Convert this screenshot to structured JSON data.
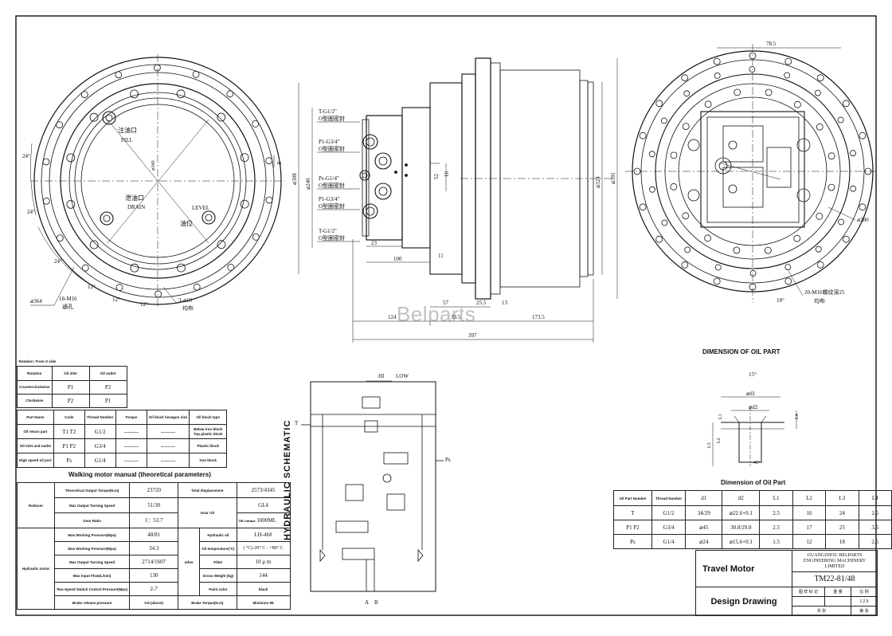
{
  "watermark": "Belparts",
  "front_view": {
    "labels": {
      "fill_cn": "注油口",
      "fill": "FILL",
      "drain_cn": "泄油口",
      "drain": "DRAIN",
      "level": "LEVEL",
      "level_cn": "油位",
      "holes": "18-M16",
      "holes_cn": "通孔",
      "pins": "3-⌀18",
      "pins_cn": "均布",
      "dia": "⌀364",
      "angle24a": "24°",
      "angle24b": "24°",
      "angle24c": "24°",
      "angle12a": "12°",
      "angle12b": "12°",
      "angle12c": "12°",
      "e": "E",
      "center_dia": "⌀340"
    }
  },
  "side_view": {
    "ports": [
      {
        "line1": "T-G1/2\"",
        "line2": "O型圈密封"
      },
      {
        "line1": "P1-G3/4\"",
        "line2": "O型圈密封"
      },
      {
        "line1": "Ps-G1/4\"",
        "line2": "O型圈密封"
      },
      {
        "line1": "P1-G3/4\"",
        "line2": "O型圈密封"
      },
      {
        "line1": "T-G1/2\"",
        "line2": "O型圈密封"
      }
    ],
    "dims": {
      "d308": "⌀308",
      "d246": "⌀246",
      "d324": "⌀324",
      "d391": "⌀391",
      "d52": "52",
      "d16": "16",
      "d23": "23",
      "d100": "100",
      "d11": "11",
      "d57": "57",
      "d25_5": "25.5",
      "d13": "13",
      "d124": "124",
      "d39_5": "39.5",
      "d173_5": "173.5",
      "d397": "397"
    }
  },
  "rear_view": {
    "labels": {
      "d78_5": "78.5",
      "d280": "⌀280",
      "holes": "20-M16螺纹深25",
      "holes_cn": "均布",
      "angle18": "18°"
    }
  },
  "oil_part": {
    "title": "DIMENSION OF OIL PART",
    "labels": {
      "angle": "15°",
      "d1": "⌀d1",
      "d2": "⌀d2",
      "l1": "L1",
      "l2": "L2",
      "l3": "L3",
      "l4": "L4",
      "angle2": "45°"
    }
  },
  "oil_table": {
    "title": "Dimension of Oil Part",
    "headers": [
      "Oil Part Number",
      "Thread Number",
      "d1",
      "d2",
      "L1",
      "L2",
      "L3",
      "L4"
    ],
    "rows": [
      [
        "T",
        "G1/2",
        "34/29",
        "⌀22.6+0.1",
        "2.5",
        "16",
        "24",
        "2.5"
      ],
      [
        "P1  P2",
        "G3/4",
        "⌀45",
        "30.8/29.8",
        "2.5",
        "17",
        "25",
        "3.5"
      ],
      [
        "Ps",
        "G1/4",
        "⌀24",
        "⌀15.6+0.1",
        "1.5",
        "12",
        "18",
        "2.5"
      ]
    ]
  },
  "rotation_table": {
    "title": "Rotation: From S side",
    "headers": [
      "Rotation",
      "Oil inlet",
      "Oil outlet"
    ],
    "rows": [
      [
        "Counterclockwise",
        "P1",
        "P2"
      ],
      [
        "Clockwise",
        "P2",
        "P1"
      ]
    ],
    "part_headers": [
      "Part Name",
      "Code",
      "Thread Number",
      "Torque",
      "Oil block hexagon size",
      "Oil block type"
    ],
    "part_rows": [
      [
        "Oil return part",
        "T1  T2",
        "G1/2",
        "--------",
        "--------",
        "Below iron block Top plastic block"
      ],
      [
        "Oil inlet and outlet",
        "P1  P2",
        "G3/4",
        "--------",
        "--------",
        "Plastic block"
      ],
      [
        "High speed oil port",
        "Ps",
        "G1/4",
        "--------",
        "--------",
        "Iron block"
      ]
    ]
  },
  "manual_table": {
    "title": "Walking motor manual (theoretical parameters)",
    "reducer": "Reducer",
    "hydraulic_motor": "Hydraulic motor",
    "rows_reducer": [
      [
        "Theoretical Output Torque(N.m)",
        "23720"
      ],
      [
        "Max Output Turning Speed",
        "51/30"
      ],
      [
        "Gear Ratio",
        "1：53.7"
      ]
    ],
    "rows_motor": [
      [
        "Max Working Pressure(Mpa)",
        "48/81"
      ],
      [
        "Max Working Pressure(Mpa)",
        "34.3"
      ],
      [
        "Max   Output   Turning   Speed",
        "2714/1607"
      ],
      [
        "Max Input Flow(L/min)",
        "130"
      ],
      [
        "Two-Speed Switch Control Pressure(Mpa)",
        "2-7"
      ],
      [
        "Brake    release    pressure",
        "0.8 (above)"
      ]
    ],
    "total_disp_label": "Total displacement",
    "total_disp": "2573/4345",
    "gear_oil": "Gear Oil",
    "gl4": "GL4",
    "oil_volume_label": "Oil volume",
    "oil_volume": "1000ML",
    "hydraulic_oil_label": "Hydraulic   oil",
    "hydraulic_oil": "LH-46#",
    "temp_label": "Oil temperature(°C)",
    "temp": "( °C)-20° C - +80° C",
    "other": "other",
    "filter_label": "Filter",
    "filter": "10 μ m",
    "weight_label": "Gross Weight  (kg)",
    "weight": "144",
    "paint_label": "Paint   color",
    "paint": "black",
    "brake_torque_label": "Brake Torque(N.m)",
    "brake_torque": "Minimum 98"
  },
  "schematic": {
    "title": "HYDRAULIC  SCHEMATIC",
    "hi": "HI",
    "low": "LOW",
    "t": "T",
    "ps": "Ps",
    "a": "A",
    "b": "B"
  },
  "title_block": {
    "name": "Travel Motor",
    "design": "Design    Drawing",
    "company": "GUANGZHOU BELPARTS ENGINEERING MACHINERY LIMITED",
    "drawing_no": "TM22-81/48",
    "cells": [
      "图 样 标 记",
      "重 量",
      "比 例",
      "1:2.5",
      "共    张",
      "第    张"
    ]
  }
}
